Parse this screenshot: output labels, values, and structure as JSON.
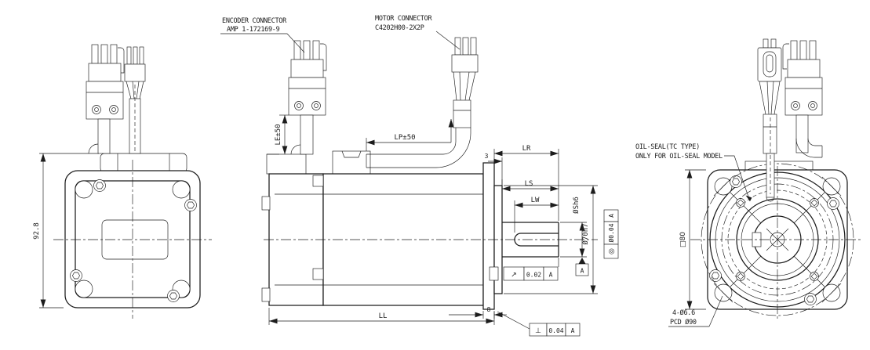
{
  "drawing": {
    "annotations": {
      "encoder_connector": {
        "line1": "ENCODER CONNECTOR",
        "line2": "AMP 1-172169-9"
      },
      "motor_connector": {
        "line1": "MOTOR CONNECTOR",
        "line2": "C4202H00-2X2P"
      },
      "oil_seal": {
        "line1": "OIL-SEAL(TC TYPE)",
        "line2": "ONLY FOR OIL-SEAL MODEL"
      }
    },
    "dims": {
      "rear_height": "92.8",
      "le": "LE±50",
      "lp": "LP±50",
      "lr": "LR",
      "step": "3",
      "ls": "LS",
      "lw": "LW",
      "shaft_dia": "ØSh6",
      "pilot_dia": "Ø70h7",
      "ll": "LL",
      "flange_thk": "8",
      "square": "□80",
      "holes": "4-Ø6.6",
      "pcd": "PCD Ø90"
    },
    "gdt": {
      "runout": {
        "sym": "↗",
        "val": "0.02",
        "datum": "A"
      },
      "coaxiality": {
        "sym": "◎",
        "val": "Ø0.04",
        "datum": "A"
      },
      "perpendicularity": {
        "sym": "⊥",
        "val": "0.04",
        "datum": "A"
      },
      "datum_label": "A"
    },
    "colors": {
      "line": "#1c1c1c",
      "background": "#ffffff"
    }
  }
}
